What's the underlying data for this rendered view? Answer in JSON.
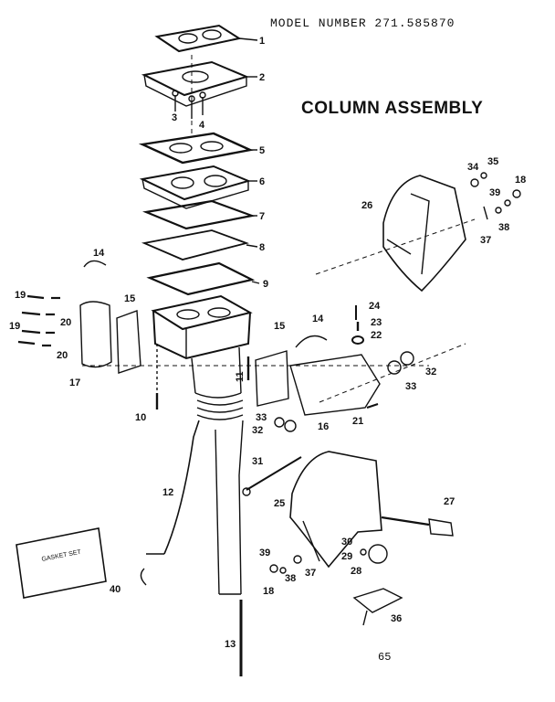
{
  "header": {
    "model_number": "MODEL NUMBER 271.585870",
    "title": "COLUMN ASSEMBLY",
    "page_number": "65"
  },
  "gasket_set_label": "GASKET SET",
  "callouts": {
    "c1": "1",
    "c2": "2",
    "c3": "3",
    "c4": "4",
    "c5": "5",
    "c6": "6",
    "c7": "7",
    "c8": "8",
    "c9": "9",
    "c10": "10",
    "c11": "11",
    "c12": "12",
    "c13": "13",
    "c14a": "14",
    "c14b": "14",
    "c15a": "15",
    "c15b": "15",
    "c16": "16",
    "c17": "17",
    "c18a": "18",
    "c18b": "18",
    "c19a": "19",
    "c19b": "19",
    "c20a": "20",
    "c20b": "20",
    "c21": "21",
    "c22": "22",
    "c23": "23",
    "c24": "24",
    "c25": "25",
    "c26": "26",
    "c27": "27",
    "c28": "28",
    "c29": "29",
    "c30": "30",
    "c31": "31",
    "c32a": "32",
    "c32b": "32",
    "c33a": "33",
    "c33b": "33",
    "c34": "34",
    "c35": "35",
    "c36": "36",
    "c37a": "37",
    "c37b": "37",
    "c38a": "38",
    "c38b": "38",
    "c39a": "39",
    "c39b": "39",
    "c40": "40"
  }
}
